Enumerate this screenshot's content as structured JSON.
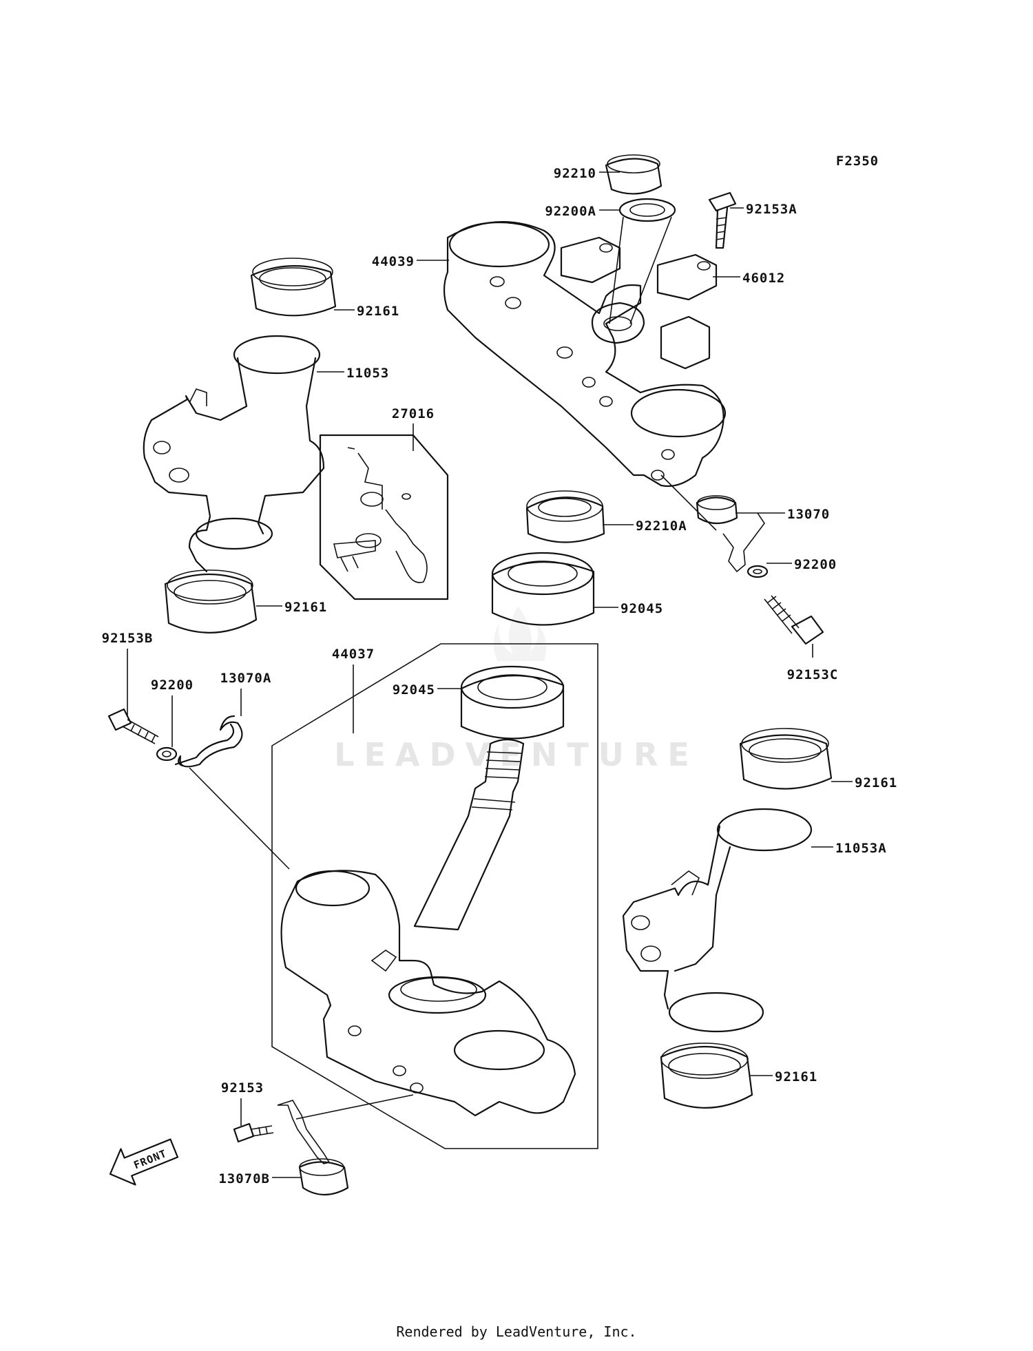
{
  "diagram_id": "F2350",
  "watermark": "LEADVENTURE",
  "front_label": "FRONT",
  "footer": "Rendered by LeadVenture, Inc.",
  "labels": {
    "p92210": "92210",
    "p92200A": "92200A",
    "p92153A": "92153A",
    "p44039": "44039",
    "p46012": "46012",
    "p92161_a": "92161",
    "p11053": "11053",
    "p27016": "27016",
    "p13070": "13070",
    "p92210A": "92210A",
    "p92200_a": "92200",
    "p92161_b": "92161",
    "p92045_a": "92045",
    "p92153C": "92153C",
    "p92153B": "92153B",
    "p92200_b": "92200",
    "p13070A": "13070A",
    "p44037": "44037",
    "p92045_b": "92045",
    "p92161_c": "92161",
    "p11053A": "11053A",
    "p92161_d": "92161",
    "p92153": "92153",
    "p13070B": "13070B"
  }
}
